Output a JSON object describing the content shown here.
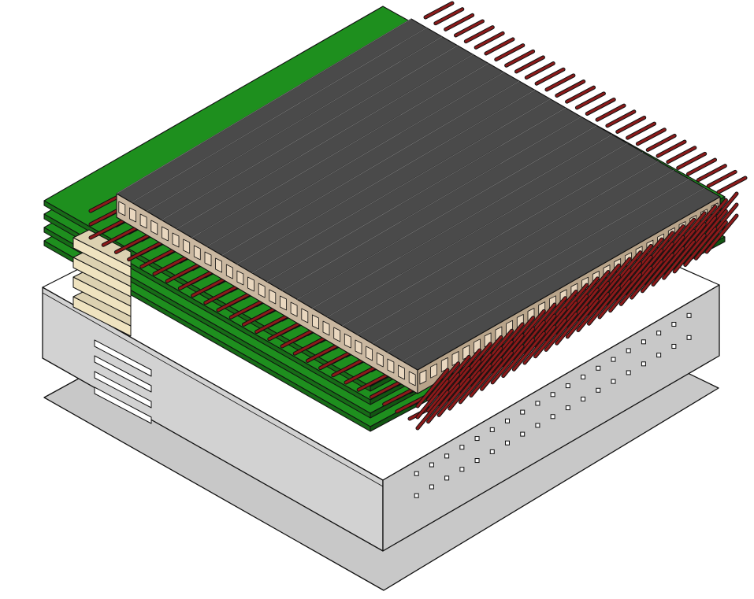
{
  "figure": {
    "kind": "isometric exploded assembly view",
    "components": [
      {
        "name": "base-plate",
        "color": "#c8c8c8"
      },
      {
        "name": "enclosure-box",
        "color": "#c8c8c8",
        "side_hole_rows": 2
      },
      {
        "name": "circuit-boards",
        "color": "#1e8f1e",
        "count": 4
      },
      {
        "name": "connector-blocks",
        "color": "#efe3c0",
        "count": 4
      },
      {
        "name": "heat-sink-fins",
        "color": "#4a4a4a",
        "count": 20
      },
      {
        "name": "lead-pins",
        "color": "#8b1a1a"
      }
    ],
    "outline_color": "#111111"
  }
}
